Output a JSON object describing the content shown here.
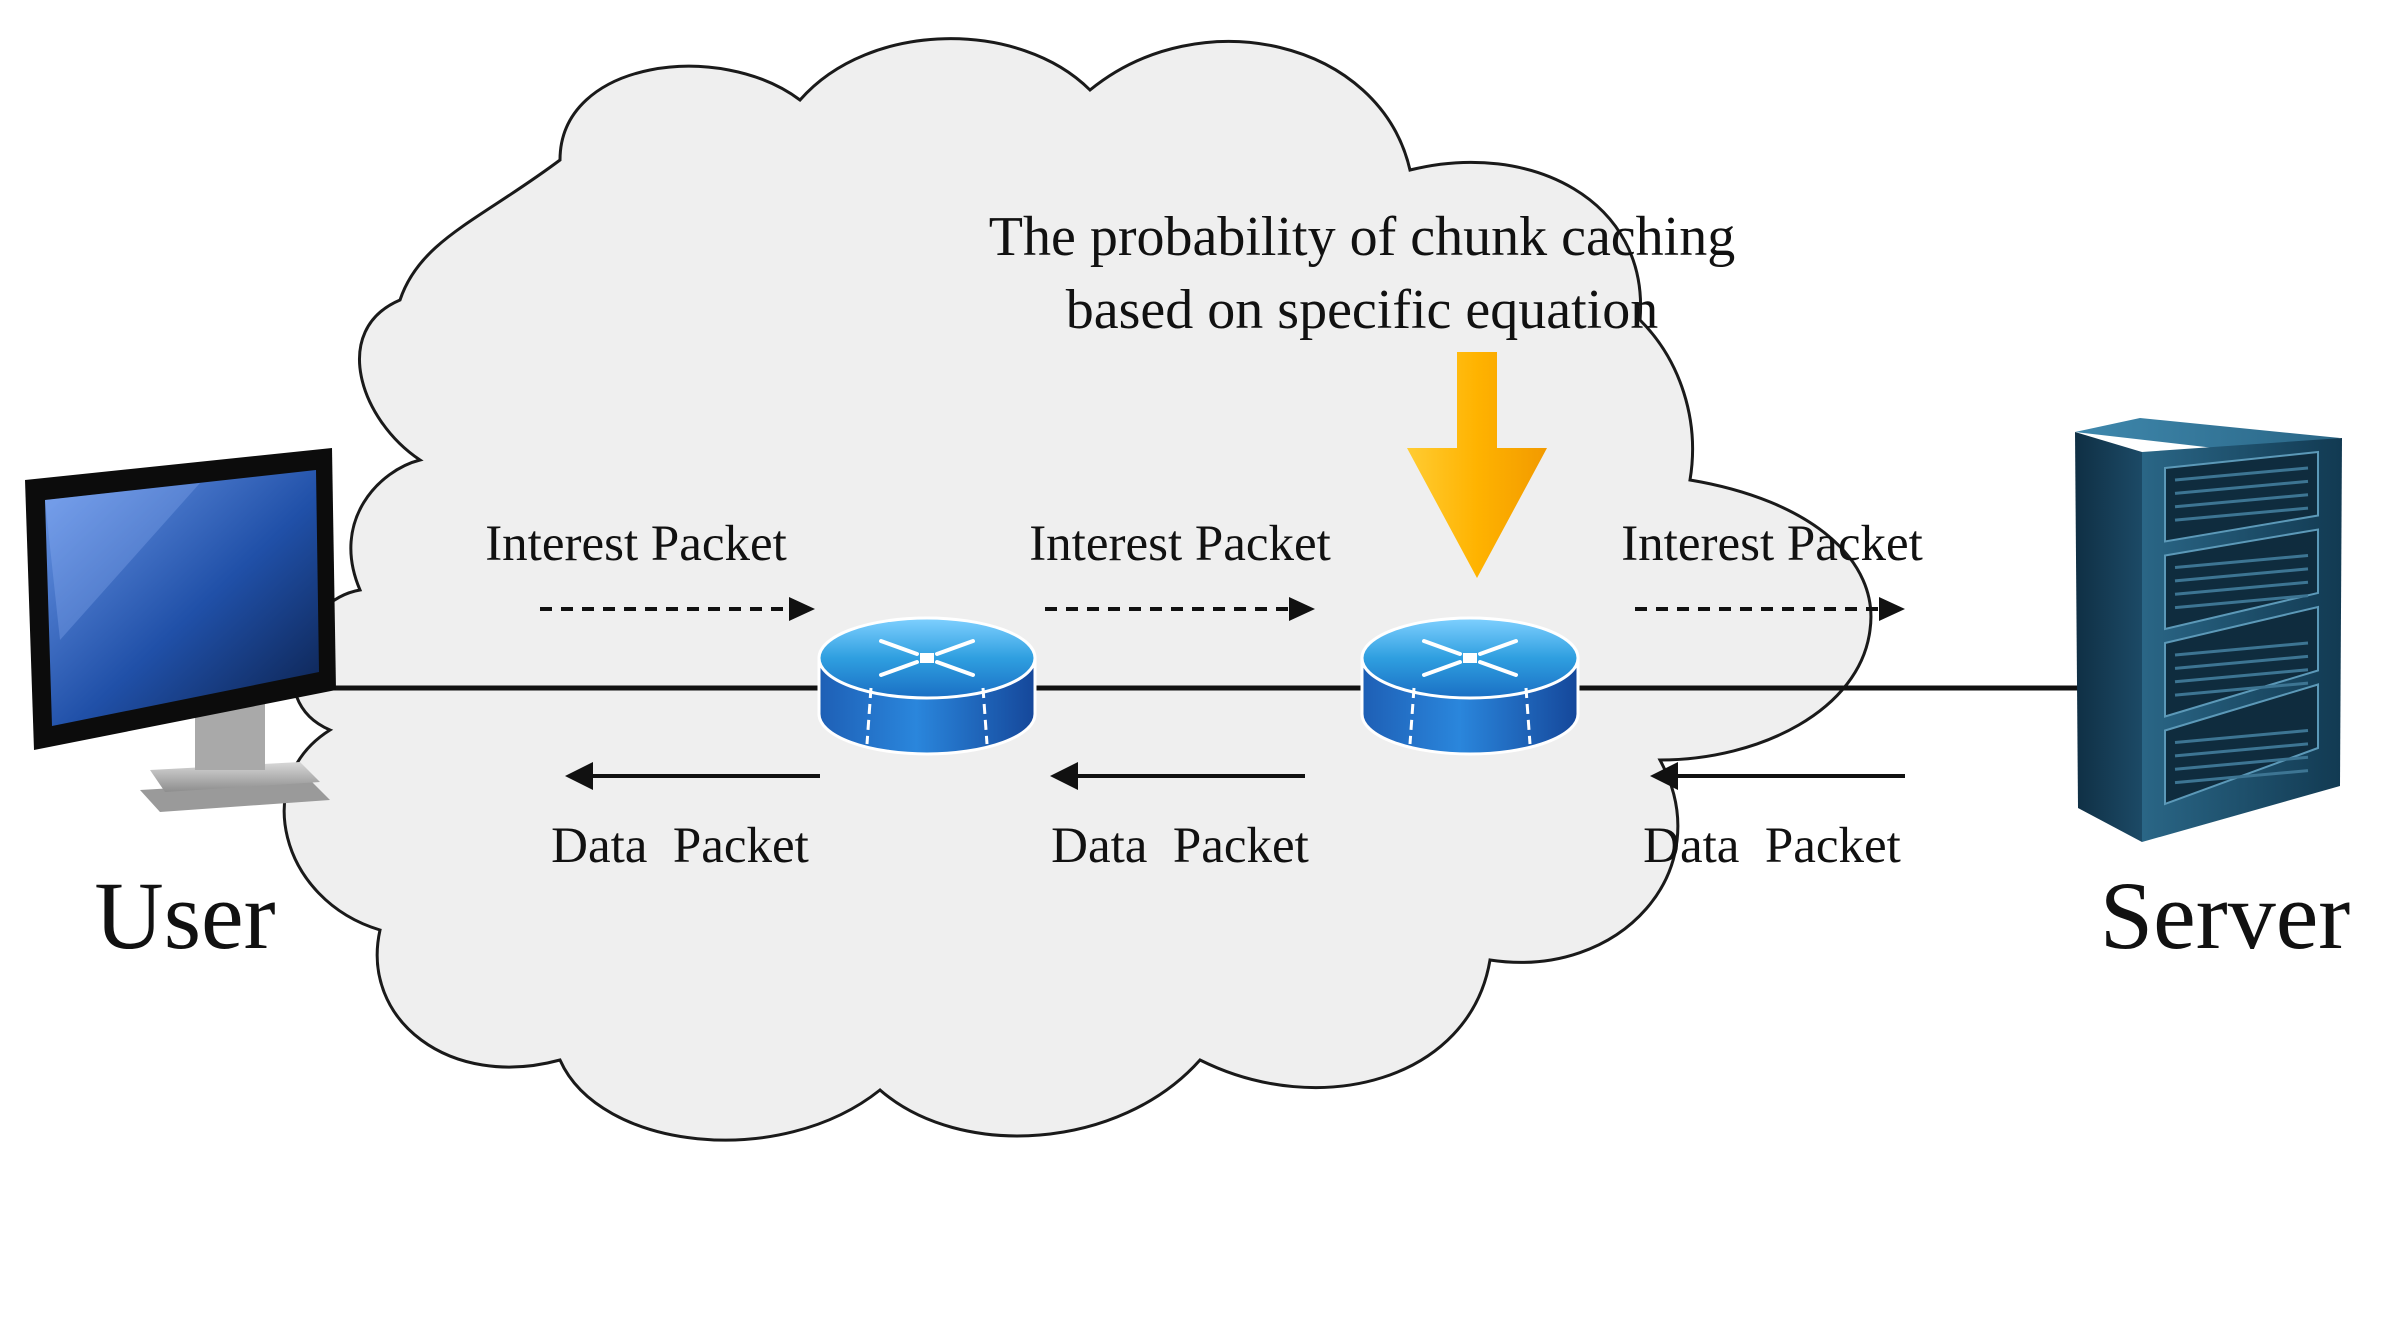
{
  "annotation": {
    "line1": "The probability of chunk caching",
    "line2": "based on specific equation"
  },
  "nodes": {
    "user_label": "User",
    "server_label": "Server"
  },
  "links": [
    {
      "interest_label": "Interest Packet",
      "data_label": "Data  Packet"
    },
    {
      "interest_label": "Interest Packet",
      "data_label": "Data  Packet"
    },
    {
      "interest_label": "Interest Packet",
      "data_label": "Data  Packet"
    }
  ],
  "colors": {
    "cloud_fill": "#efefef",
    "cloud_stroke": "#1a1a1a",
    "arrow_highlight": "#ffb300",
    "router_top": "#2f9fe0",
    "router_side": "#1b5fb8",
    "server_body": "#1d4a66",
    "monitor_screen": "#1f5fb3"
  },
  "icons": {
    "user": "desktop-monitor-icon",
    "router": "router-icon",
    "server": "server-rack-icon",
    "highlight": "down-arrow-icon"
  }
}
